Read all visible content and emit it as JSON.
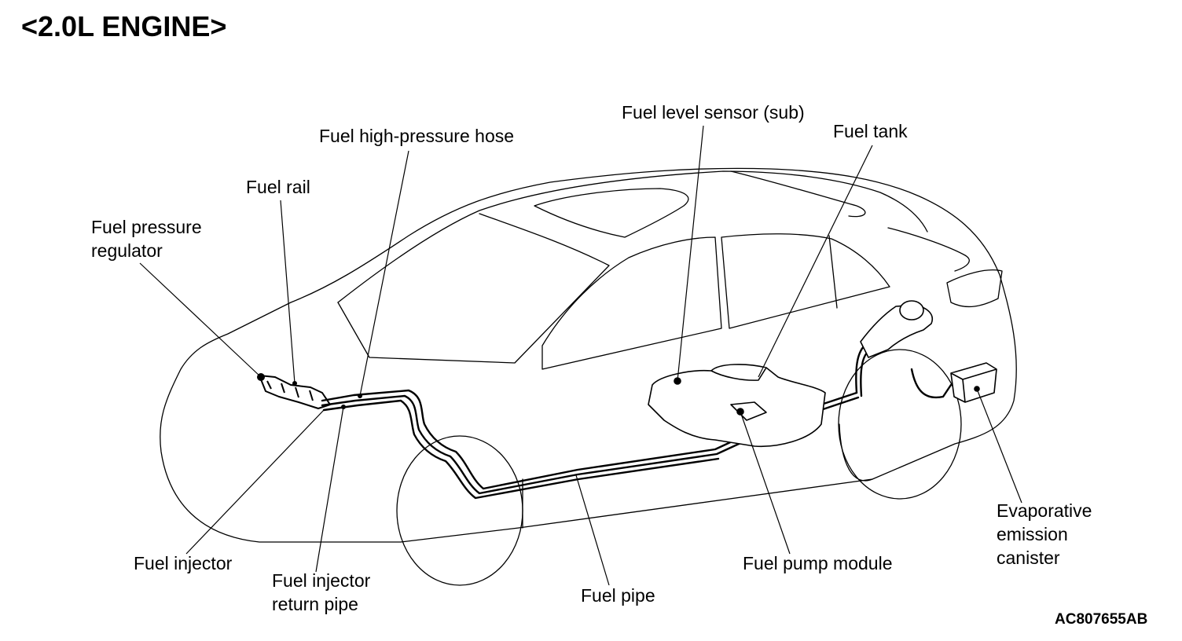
{
  "header": {
    "title": "<2.0L ENGINE>"
  },
  "figure_code": "AC807655AB",
  "labels": {
    "fuel_level_sensor_sub": "Fuel level sensor (sub)",
    "fuel_tank": "Fuel tank",
    "fuel_high_pressure_hose": "Fuel high-pressure hose",
    "fuel_rail": "Fuel rail",
    "fuel_pressure_regulator_line1": "Fuel pressure",
    "fuel_pressure_regulator_line2": "regulator",
    "fuel_injector": "Fuel injector",
    "fuel_injector_return_pipe_line1": "Fuel injector",
    "fuel_injector_return_pipe_line2": "return pipe",
    "fuel_pipe": "Fuel pipe",
    "fuel_pump_module": "Fuel pump module",
    "evap_canister_line1": "Evaporative",
    "evap_canister_line2": "emission",
    "evap_canister_line3": "canister"
  }
}
